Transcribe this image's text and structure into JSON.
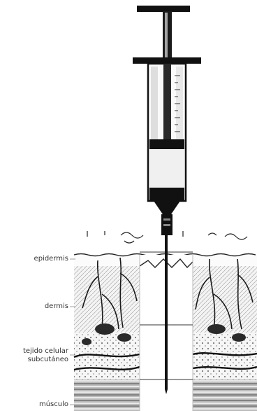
{
  "diagram": {
    "subject": "syringe injection through skin layers",
    "layers": [
      {
        "id": "epidermis",
        "label": "epidermis"
      },
      {
        "id": "dermis",
        "label": "dermis"
      },
      {
        "id": "subcutaneous",
        "label_line1": "tejido celular",
        "label_line2": "subcutáneo"
      },
      {
        "id": "muscle",
        "label": "músculo"
      }
    ],
    "colors": {
      "ink": "#111111",
      "tissue_fill": "#f2f2f2",
      "background": "#ffffff"
    }
  }
}
